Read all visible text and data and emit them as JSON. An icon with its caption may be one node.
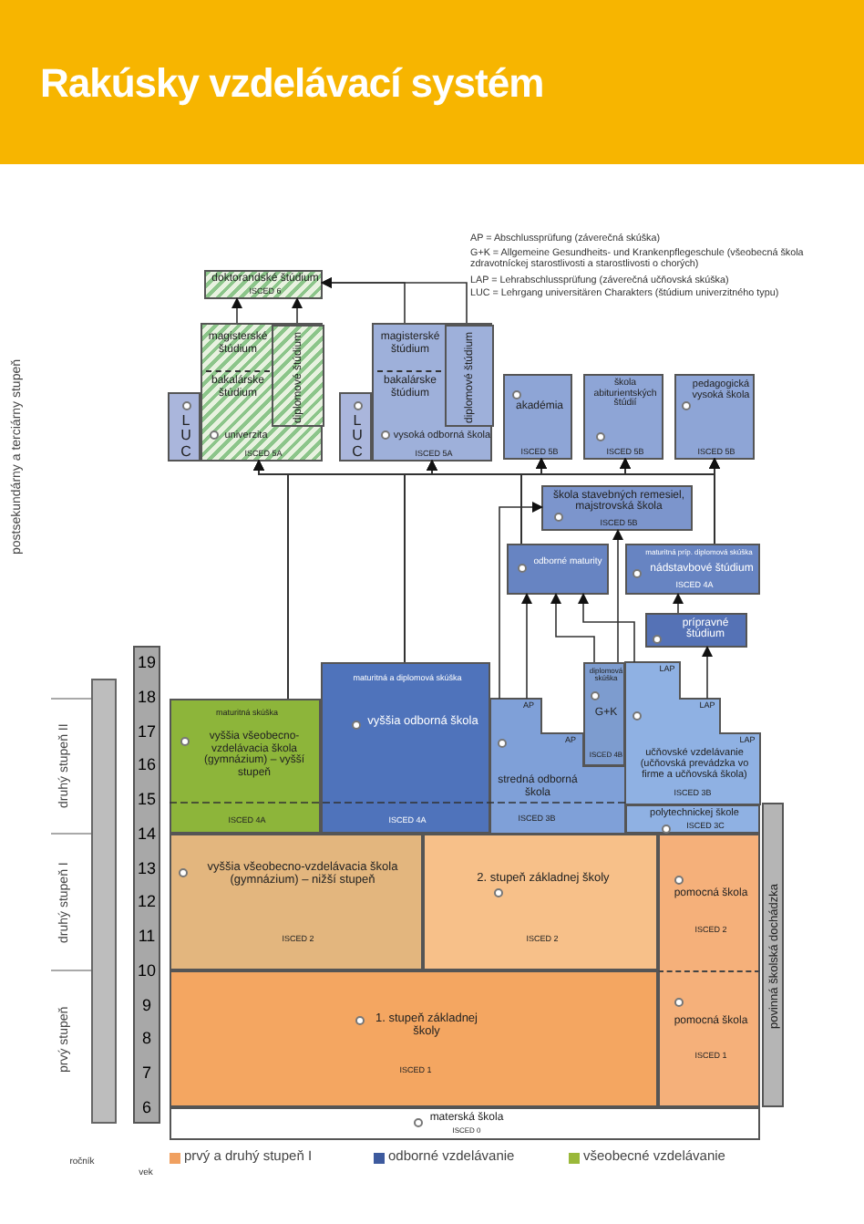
{
  "diagram": {
    "title": "Rakúsky vzdelávací systém",
    "nodes": [
      {
        "text": [
          "doktorandské štúdium",
          "ISCED 6"
        ]
      },
      {
        "text": [
          "magisterské štúdium",
          "bakalárske štúdium",
          "univerzita",
          "ISCED 5A"
        ]
      },
      {
        "text": [
          "diplomové štúdium"
        ],
        "in": 1
      },
      {
        "text": [
          "LUC"
        ]
      },
      {
        "text": [
          "magisterské štúdium",
          "bakalárske štúdium",
          "vysoká odborná škola",
          "ISCED 5A"
        ]
      },
      {
        "text": [
          "diplomové štúdium"
        ],
        "in": 4
      },
      {
        "text": [
          "LUC"
        ]
      },
      {
        "text": [
          "akadémia",
          "ISCED 5B"
        ]
      },
      {
        "text": [
          "škola abiturientských štúdií",
          "ISCED 5B"
        ]
      },
      {
        "text": [
          "pedagogická vysoká škola",
          "ISCED 5B"
        ]
      },
      {
        "text": [
          "škola stavebných remesiel, majstrovská škola",
          "ISCED 5B"
        ]
      },
      {
        "text": [
          "odborné maturity"
        ]
      },
      {
        "text": [
          "maturitná príp. diplomová skúška",
          "nádstavbové štúdium",
          "ISCED 4A"
        ]
      },
      {
        "text": [
          "prípravné štúdium"
        ]
      },
      {
        "text": [
          "maturitná skúška",
          "vyššia všeobecno-vzdelávacia škola (gymnázium) – vyšší stupeň",
          "ISCED 4A"
        ]
      },
      {
        "text": [
          "maturitná a diplomová skúška",
          "vyššia odborná škola",
          "ISCED 4A"
        ]
      },
      {
        "text": [
          "AP",
          "AP",
          "stredná odborná škola",
          "ISCED 3B"
        ]
      },
      {
        "text": [
          "diplomová skúška",
          "G+K",
          "ISCED 4B"
        ]
      },
      {
        "text": [
          "LAP",
          "LAP",
          "LAP",
          "učňovské vzdelávanie (učňovská prevádzka vo firme a učňovská škola)",
          "ISCED 3B"
        ]
      },
      {
        "text": [
          "polytechnickej škole",
          "ISCED 3C"
        ]
      },
      {
        "text": [
          "vyššia všeobecno-vzdelávacia škola (gymnázium) – nižší stupeň",
          "ISCED 2"
        ]
      },
      {
        "text": [
          "2. stupeň základnej školy",
          "ISCED 2"
        ]
      },
      {
        "text": [
          "pomocná škola",
          "ISCED 2"
        ]
      },
      {
        "text": [
          "1. stupeň základnej školy",
          "ISCED 1"
        ]
      },
      {
        "text": [
          "pomocná škola",
          "ISCED 1"
        ]
      },
      {
        "text": [
          "materská škola",
          "ISCED 0"
        ]
      },
      {
        "text": [
          "povinná školská dochádzka"
        ]
      }
    ],
    "edges": [
      {
        "from": 1,
        "to": 0,
        "arrow": "to"
      },
      {
        "from": 2,
        "to": 0,
        "arrow": "to"
      },
      {
        "from": 4,
        "to": 0,
        "arrow": "to"
      },
      {
        "from": 5,
        "to": 0,
        "arrow": "to"
      },
      {
        "from": 14,
        "to": 1,
        "arrow": "to"
      },
      {
        "from": 14,
        "to": 4,
        "arrow": "to"
      },
      {
        "from": 14,
        "to": 7,
        "arrow": "to"
      },
      {
        "from": 14,
        "to": 8,
        "arrow": "to"
      },
      {
        "from": 14,
        "to": 9,
        "arrow": "to"
      },
      {
        "from": 15,
        "to": 1,
        "arrow": "to"
      },
      {
        "from": 15,
        "to": 4,
        "arrow": "to"
      },
      {
        "from": 15,
        "to": 7,
        "arrow": "to"
      },
      {
        "from": 15,
        "to": 8,
        "arrow": "to"
      },
      {
        "from": 15,
        "to": 9,
        "arrow": "to"
      },
      {
        "from": 11,
        "to": 1,
        "arrow": "to"
      },
      {
        "from": 11,
        "to": 4,
        "arrow": "to"
      },
      {
        "from": 11,
        "to": 7,
        "arrow": "to"
      },
      {
        "from": 11,
        "to": 8,
        "arrow": "to"
      },
      {
        "from": 11,
        "to": 9,
        "arrow": "to"
      },
      {
        "from": 12,
        "to": 1,
        "arrow": "to"
      },
      {
        "from": 12,
        "to": 4,
        "arrow": "to"
      },
      {
        "from": 12,
        "to": 7,
        "arrow": "to"
      },
      {
        "from": 12,
        "to": 8,
        "arrow": "to"
      },
      {
        "from": 12,
        "to": 9,
        "arrow": "to"
      },
      {
        "from": 16,
        "to": 11,
        "arrow": "to"
      },
      {
        "from": 17,
        "to": 11,
        "arrow": "to"
      },
      {
        "from": 18,
        "to": 11,
        "arrow": "to"
      },
      {
        "from": 16,
        "to": 10,
        "arrow": "to"
      },
      {
        "from": 17,
        "to": 10,
        "arrow": "to"
      },
      {
        "from": 13,
        "to": 12,
        "arrow": "to"
      },
      {
        "from": 18,
        "to": 13,
        "arrow": "to"
      }
    ],
    "labels": [
      "AP = Abschlussprüfung (záverečná skúška)",
      "G+K = Allgemeine Gesundheits- und Krankenpflegeschule (všeobecná škola zdravotníckej starostlivosti a starostlivosti o chorých)",
      "LAP = Lehrabschlussprüfung (záverečná učňovská skúška)",
      "LUC = Lehrgang universitären Charakters (štúdium univerzitného typu)",
      "postsekundárny a terciárny stupeň",
      "druhý stupeň II",
      "druhý stupeň I",
      "prvý stupeň",
      "ročník",
      "vek",
      "19",
      "18",
      "17",
      "16",
      "15",
      "14",
      "13",
      "12",
      "11",
      "10",
      "9",
      "8",
      "7",
      "6"
    ],
    "legend": [
      {
        "text": "prvý a druhý stupeň I",
        "color": "#f0a060"
      },
      {
        "text": "odborné vzdelávanie",
        "color": "#3d5a9e"
      },
      {
        "text": "všeobecné vzdelávanie",
        "color": "#9ab83a"
      }
    ]
  }
}
